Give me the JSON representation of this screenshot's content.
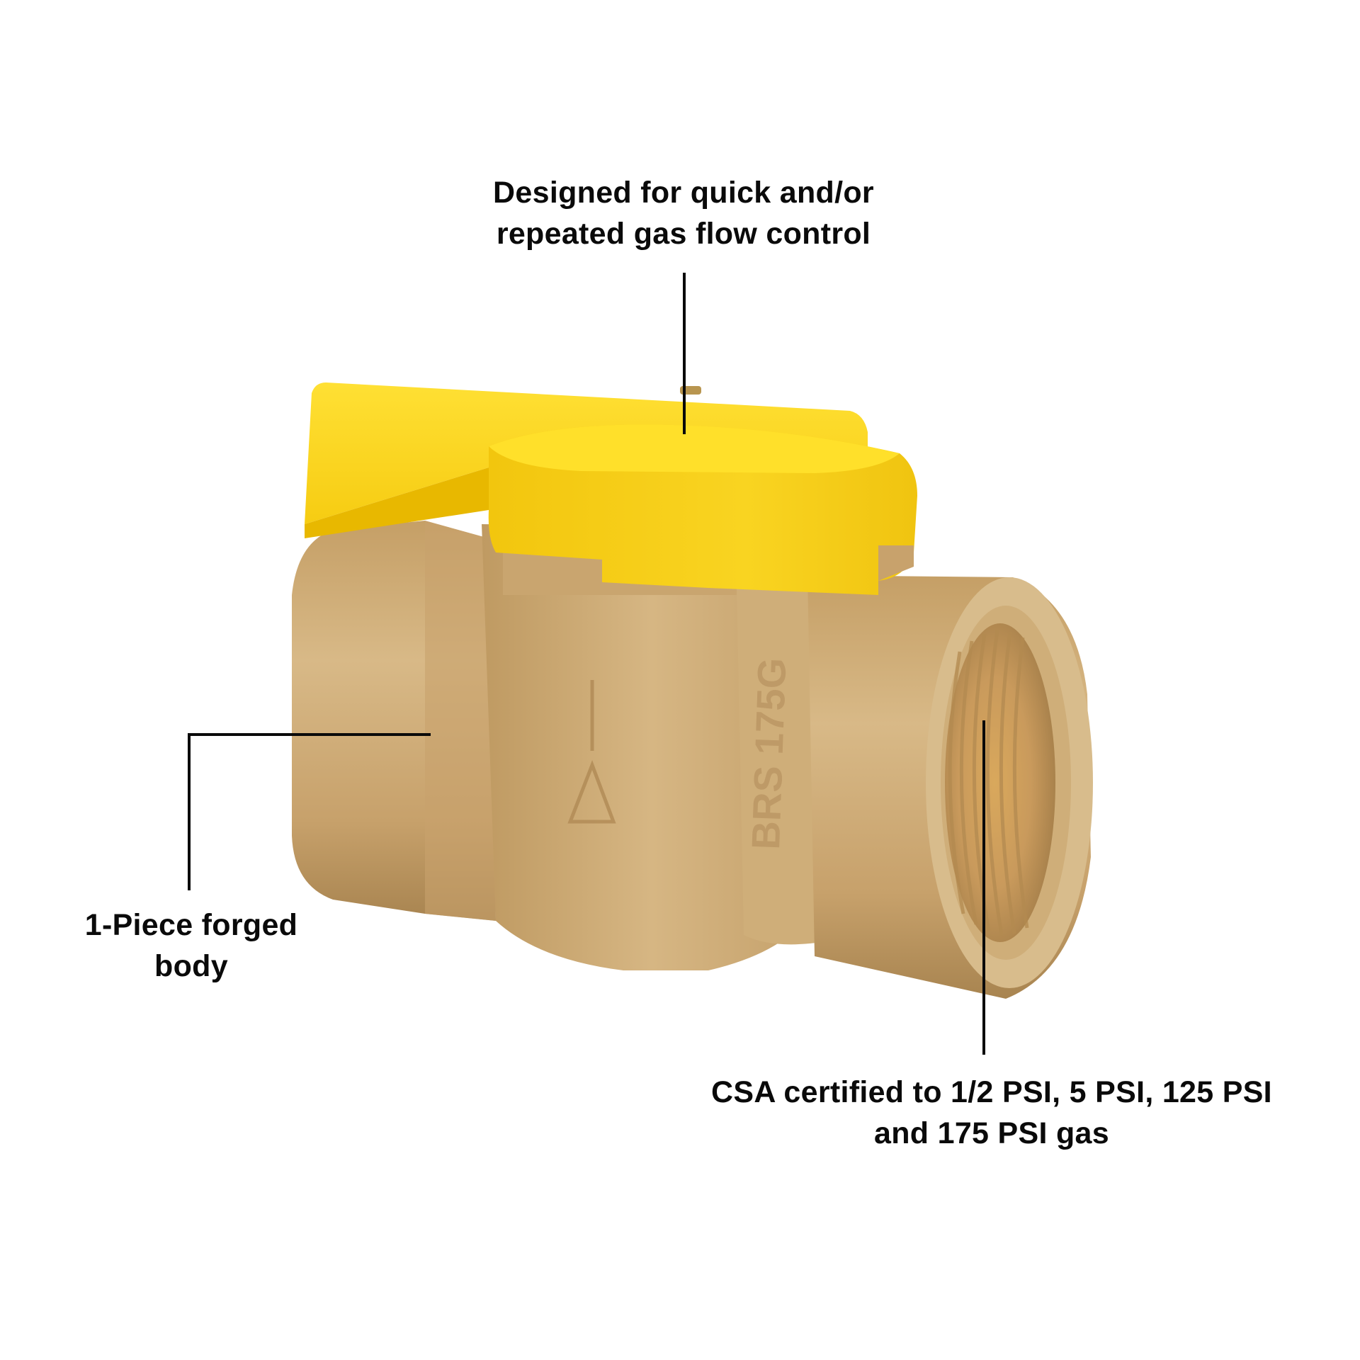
{
  "product": {
    "name": "Brass gas ball valve with yellow lever handle",
    "colors": {
      "background": "#ffffff",
      "handle_yellow": "#f7d216",
      "handle_shadow": "#e0b400",
      "brass_light": "#d9b886",
      "brass_mid": "#c9a36a",
      "brass_dark": "#a9824c",
      "callout_text": "#0a0a0a",
      "leader_line": "#0a0a0a"
    },
    "body_markings": {
      "arrow": "flow-arrow",
      "pressure_stamp": "BRS 175G"
    }
  },
  "callouts": [
    {
      "id": "flow-control",
      "lines": [
        "Designed for quick and/or",
        "repeated gas flow control"
      ]
    },
    {
      "id": "forged-body",
      "lines": [
        "1-Piece forged",
        "body"
      ]
    },
    {
      "id": "csa-certified",
      "lines": [
        "CSA certified to 1/2 PSI, 5 PSI, 125 PSI",
        "and 175 PSI gas"
      ]
    }
  ]
}
